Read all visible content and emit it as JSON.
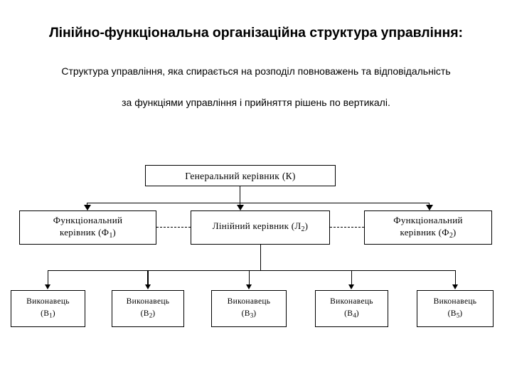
{
  "heading": {
    "title": "Лінійно-функціональна організаційна структура управління:",
    "subtitle_line1": "Структура управління, яка спирається на розподіл повноважень та відповідальність",
    "subtitle_line2": "за функціями управління і прийняття рішень по вертикалі."
  },
  "chart_data": {
    "type": "diagram",
    "diagram_kind": "organizational-chart",
    "title": "Лінійно-функціональна організаційна структура управління:",
    "levels": [
      {
        "level": 1,
        "nodes": [
          {
            "id": "K",
            "label": "Генеральний керівник (К)",
            "text": "Генеральний керівник",
            "code": "К"
          }
        ]
      },
      {
        "level": 2,
        "nodes": [
          {
            "id": "F1",
            "label": "Функціональний керівник (Ф1)",
            "line1": "Функціональний",
            "line2": "керівник (Ф",
            "code_sub": "1",
            "code_close": ")"
          },
          {
            "id": "L2",
            "label": "Лінійний керівник (Л2)",
            "line1": "Лінійний  керівник (Л",
            "code_sub": "2",
            "code_close": ")"
          },
          {
            "id": "F2",
            "label": "Функціональний керівник (Ф2)",
            "line1": "Функціональний",
            "line2": "керівник (Ф",
            "code_sub": "2",
            "code_close": ")"
          }
        ]
      },
      {
        "level": 3,
        "nodes": [
          {
            "id": "B1",
            "label": "Виконавець (В1)",
            "line1": "Виконавець",
            "line2": "(В",
            "code_sub": "1",
            "code_close": ")"
          },
          {
            "id": "B2",
            "label": "Виконавець (В2)",
            "line1": "Виконавець",
            "line2": "(В",
            "code_sub": "2",
            "code_close": ")"
          },
          {
            "id": "B3",
            "label": "Виконавець (В3)",
            "line1": "Виконавець",
            "line2": "(В",
            "code_sub": "3",
            "code_close": ")"
          },
          {
            "id": "B4",
            "label": "Виконавець (В4)",
            "line1": "Виконавець",
            "line2": "(В",
            "code_sub": "4",
            "code_close": ")"
          },
          {
            "id": "B5",
            "label": "Виконавець (В5)",
            "line1": "Виконавець",
            "line2": "(В",
            "code_sub": "5",
            "code_close": ")"
          }
        ]
      }
    ],
    "edges": [
      {
        "from": "K",
        "to": "F1",
        "style": "solid-arrow"
      },
      {
        "from": "K",
        "to": "L2",
        "style": "solid-arrow"
      },
      {
        "from": "K",
        "to": "F2",
        "style": "solid-arrow"
      },
      {
        "from": "F1",
        "to": "L2",
        "style": "dashed"
      },
      {
        "from": "L2",
        "to": "F2",
        "style": "dashed"
      },
      {
        "from": "L2",
        "to": "B1",
        "style": "solid-arrow"
      },
      {
        "from": "L2",
        "to": "B2",
        "style": "solid-arrow"
      },
      {
        "from": "L2",
        "to": "B3",
        "style": "solid-arrow"
      },
      {
        "from": "L2",
        "to": "B4",
        "style": "solid-arrow"
      },
      {
        "from": "L2",
        "to": "B5",
        "style": "solid-arrow"
      }
    ],
    "colors": {
      "background": "#ffffff",
      "stroke": "#000000",
      "text": "#000000"
    }
  }
}
